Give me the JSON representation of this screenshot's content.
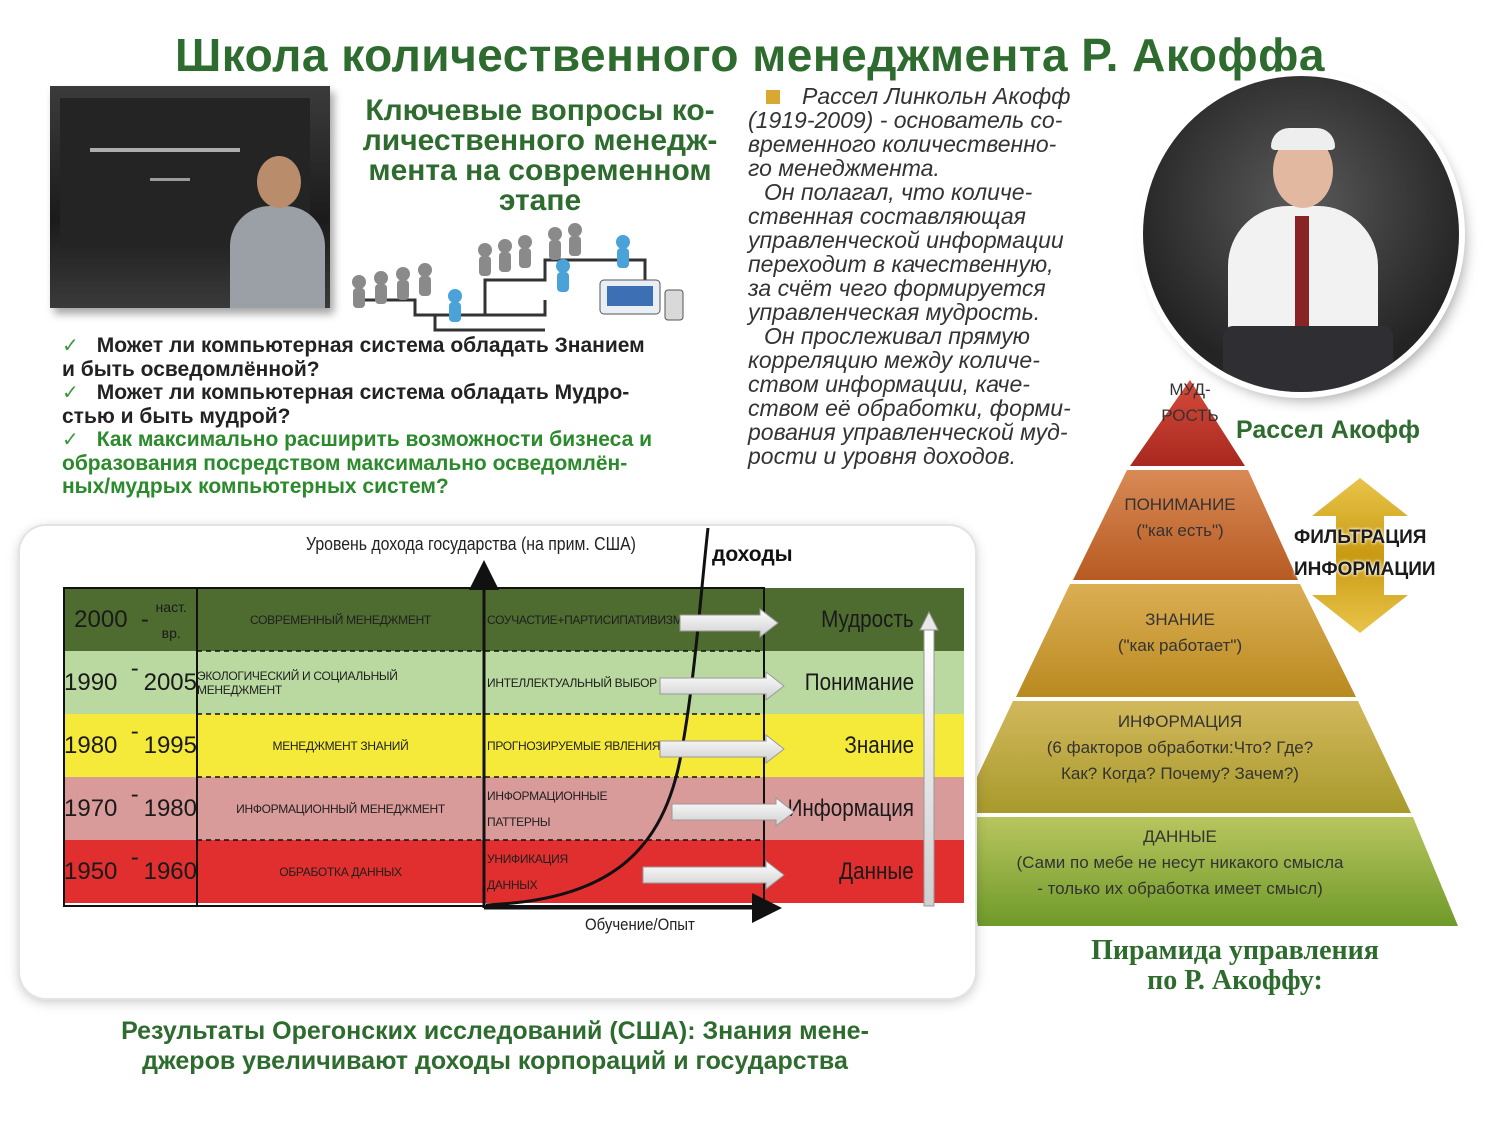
{
  "title": "Школа количественного менеджмента Р. Акоффа",
  "key_questions": {
    "heading_lines": [
      "Ключевые вопросы ко-",
      "личественного менедж-",
      "мента на современном",
      "этапе"
    ],
    "items": [
      {
        "lines": [
          "Может ли компьютерная система обладать Знанием",
          "и быть осведомлённой?"
        ],
        "color": "#222222"
      },
      {
        "lines": [
          "Может ли компьютерная система обладать Мудро-",
          "стью и быть мудрой?"
        ],
        "color": "#222222"
      },
      {
        "lines": [
          "Как максимально расширить возможности бизнеса и",
          "образования посредством максимально осведомлён-",
          "ных/мудрых компьютерных систем?"
        ],
        "color": "#2b8a2b"
      }
    ]
  },
  "bio": {
    "lines": [
      "Рассел Линкольн Акофф",
      "(1919-2009) - основатель со-",
      "временного количественно-",
      "го менеджмента.",
      "Он полагал, что количе-",
      "ственная составляющая",
      "управленческой информации",
      "переходит в качественную,",
      "за счёт чего формируется",
      "управленческая мудрость.",
      "Он прослеживал прямую",
      "корреляцию между количе-",
      "ством информации, каче-",
      "ством её обработки, форми-",
      "рования управленческой муд-",
      "рости и уровня доходов."
    ]
  },
  "portrait_name": "Рассел Акофф",
  "pyramid": {
    "levels": [
      {
        "name": "МУД-\nРОСТЬ",
        "note": "",
        "color": "#c0392b"
      },
      {
        "name": "ПОНИМАНИЕ",
        "note": "(\"как есть\")",
        "color": "#c86a2a"
      },
      {
        "name": "ЗНАНИЕ",
        "note": "(\"как работает\")",
        "color": "#c79a2c"
      },
      {
        "name": "ИНФОРМАЦИЯ",
        "note": "(6 факторов обработки:Что? Где?\nКак? Когда? Почему? Зачем?)",
        "color": "#b9a437"
      },
      {
        "name": "ДАННЫЕ",
        "note": "(Сами по мебе не несут никакого смысла\n- только их обработка имеет смысл)",
        "color": "#8bac3a"
      }
    ],
    "filter_label_lines": [
      "ФИЛЬТРАЦИЯ",
      "ИНФОРМАЦИИ"
    ],
    "filter_arrow_color": "#c99a12",
    "caption_lines": [
      "Пирамида управления",
      "по Р. Акоффу:"
    ]
  },
  "table": {
    "y_axis_label": "Уровень дохода государства (на прим. США)",
    "x_axis_label": "Обучение/Опыт",
    "curve_label": "доходы",
    "rows": [
      {
        "year_from": "2000",
        "year_to": "наст.\nвр.",
        "management": "Современный менеджмент",
        "pattern": "Соучастие+партисипативизм",
        "level": "Мудрость",
        "color": "#4e6b30"
      },
      {
        "year_from": "1990",
        "year_to": "2005",
        "management": "Экологический и социальный менеджмент",
        "pattern": "Интеллектуальный выбор",
        "level": "Понимание",
        "color": "#b9d9a0"
      },
      {
        "year_from": "1980",
        "year_to": "1995",
        "management": "Менеджмент знаний",
        "pattern": "Прогнозируемые явления",
        "level": "Знание",
        "color": "#f5ea3a"
      },
      {
        "year_from": "1970",
        "year_to": "1980",
        "management": "Информационный менеджмент",
        "pattern": "Информационные\nпаттерны",
        "level": "Информация",
        "color": "#d99a9a"
      },
      {
        "year_from": "1950",
        "year_to": "1960",
        "management": "Обработка данных",
        "pattern": "Унификация\nданных",
        "level": "Данные",
        "color": "#e12e2e"
      }
    ]
  },
  "oregon_caption_lines": [
    "Результаты Орегонских исследований (США): Знания мене-",
    "джеров увеличивают доходы корпораций и государства"
  ]
}
